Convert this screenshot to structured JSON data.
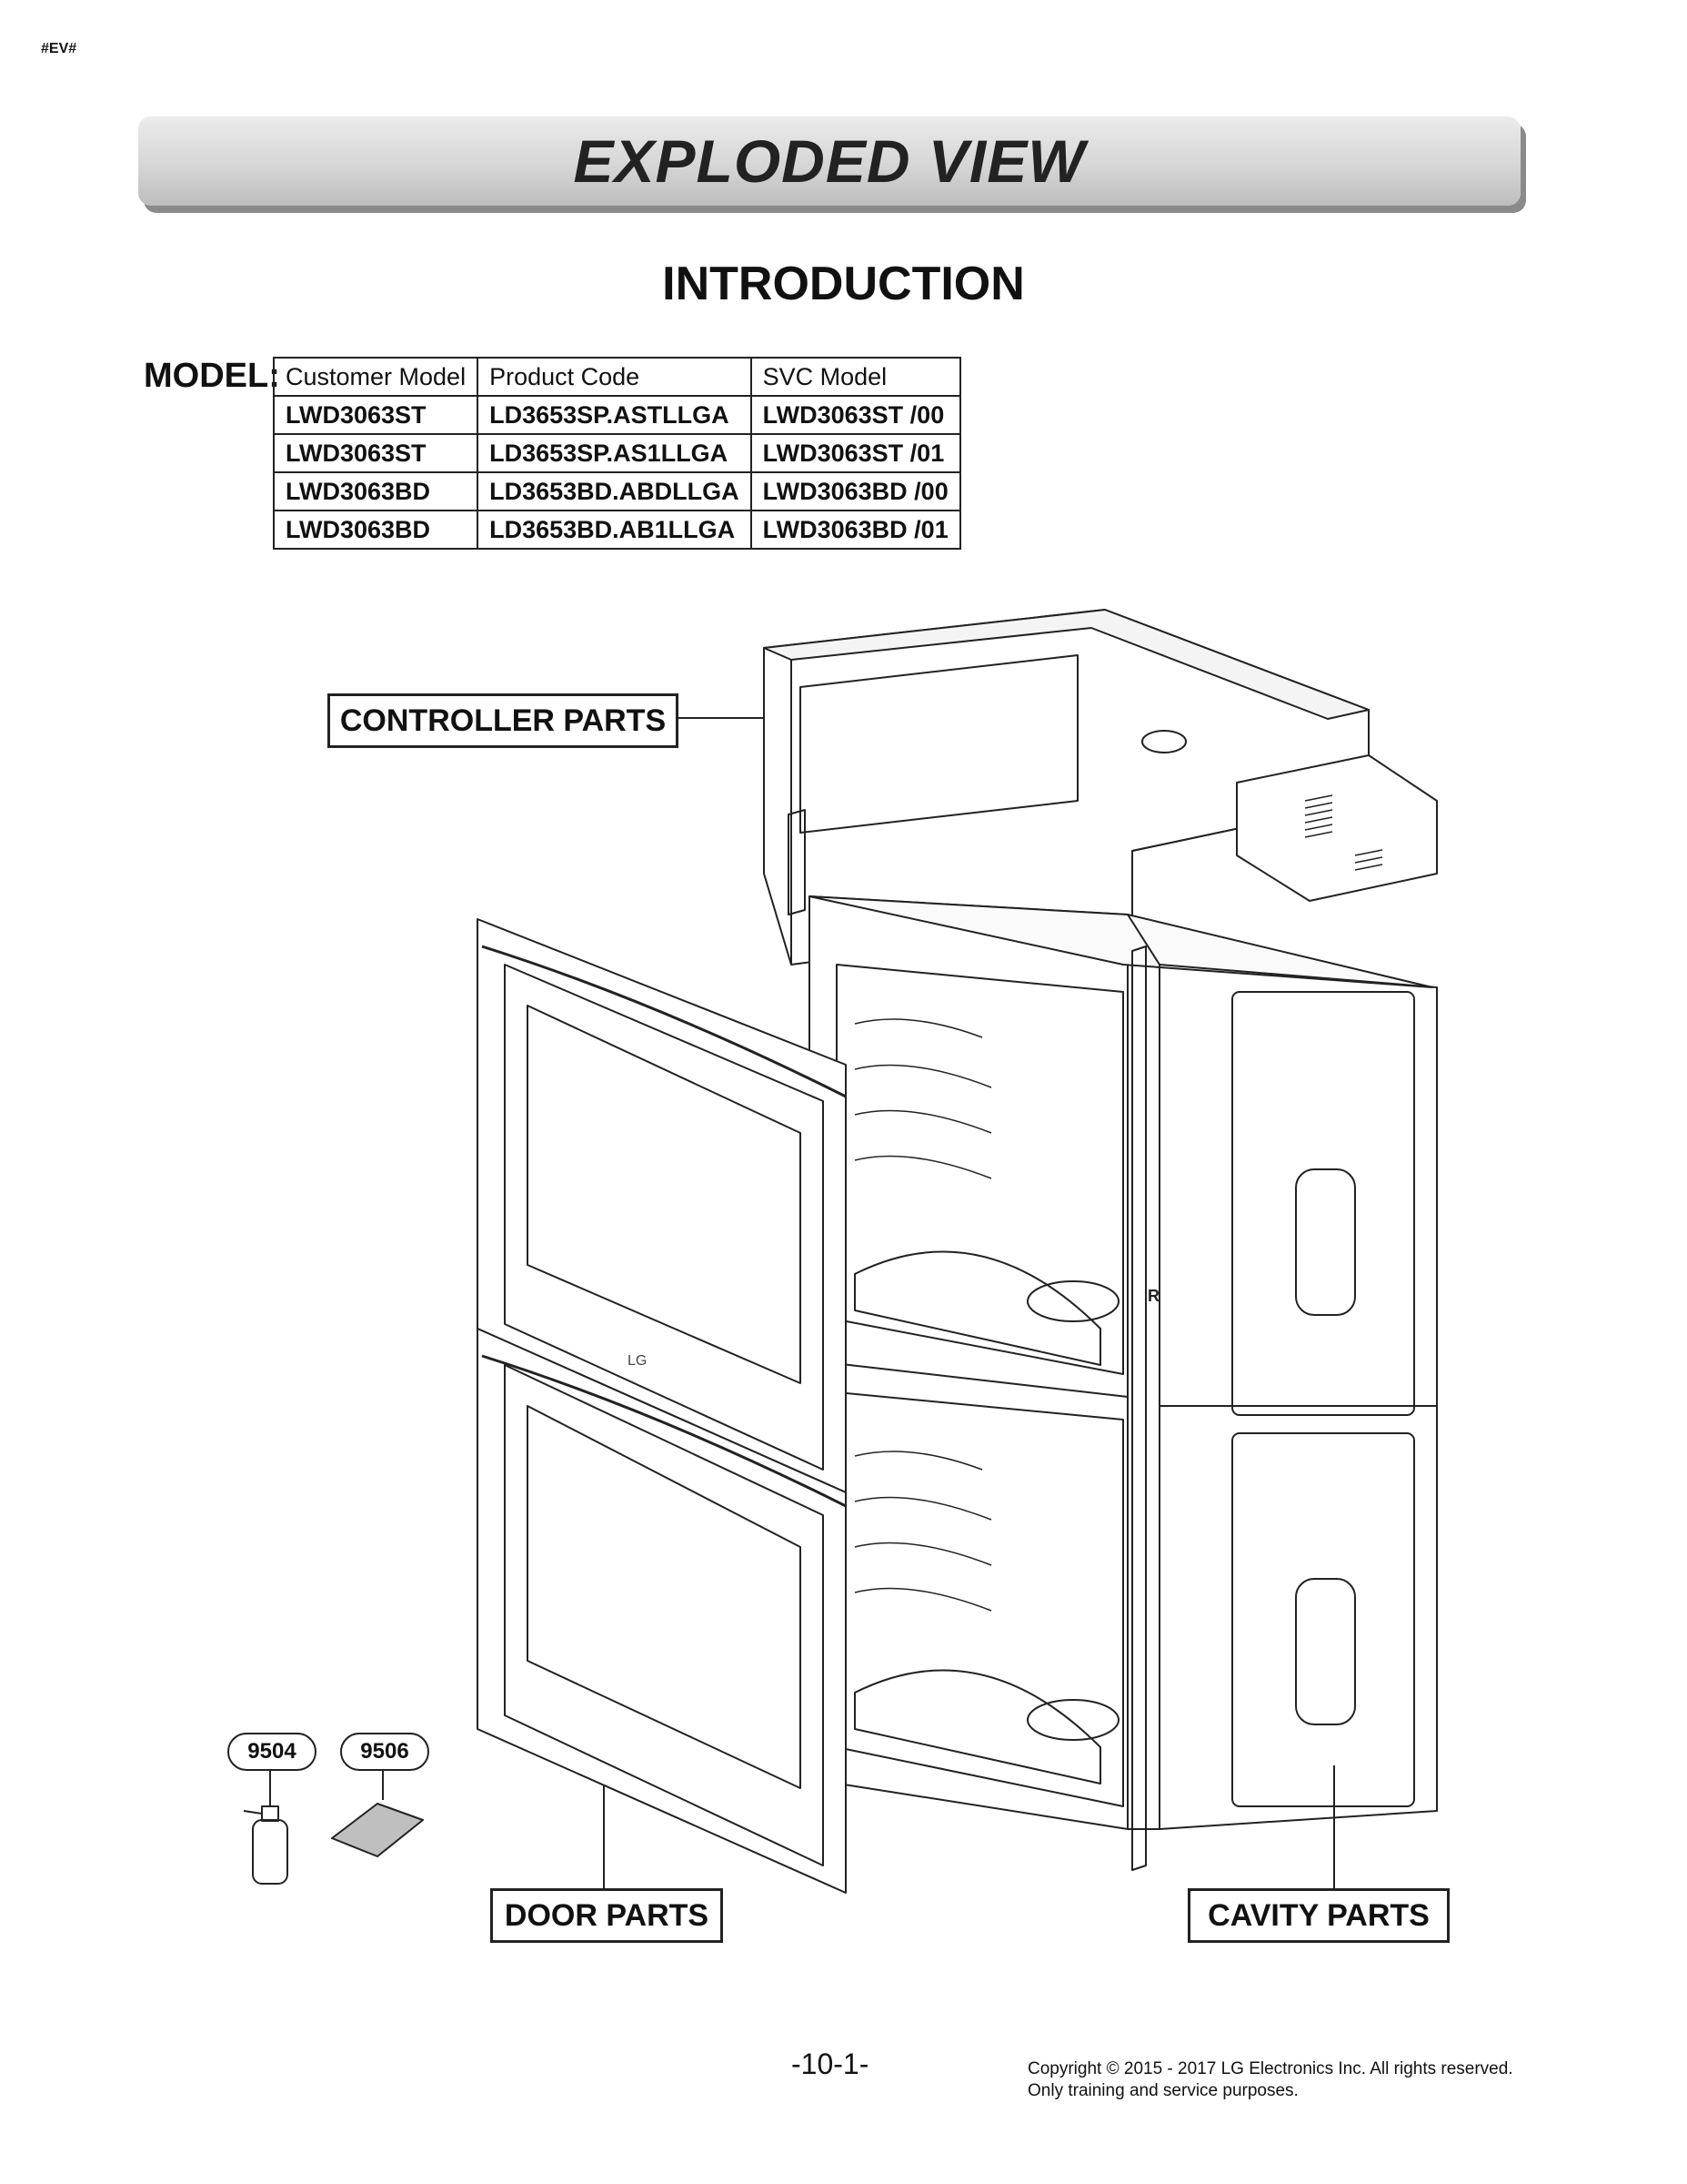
{
  "header": {
    "tag": "#EV#",
    "banner_title": "EXPLODED VIEW"
  },
  "section_title": "INTRODUCTION",
  "model": {
    "label": "MODEL:",
    "columns": [
      "Customer Model",
      "Product Code",
      "SVC Model"
    ],
    "rows": [
      [
        "LWD3063ST",
        "LD3653SP.ASTLLGA",
        "LWD3063ST /00"
      ],
      [
        "LWD3063ST",
        "LD3653SP.AS1LLGA",
        "LWD3063ST /01"
      ],
      [
        "LWD3063BD",
        "LD3653BD.ABDLLGA",
        "LWD3063BD /00"
      ],
      [
        "LWD3063BD",
        "LD3653BD.AB1LLGA",
        "LWD3063BD /01"
      ]
    ]
  },
  "diagram": {
    "controller_label": "CONTROLLER PARTS",
    "door_label": "DOOR PARTS",
    "cavity_label": "CAVITY PARTS",
    "part_9504": "9504",
    "part_9506": "9506",
    "door_logo": "LG",
    "cavity_mark": "R"
  },
  "footer": {
    "page_number": "-10-1-",
    "copyright_line1": "Copyright © 2015 - 2017 LG Electronics Inc. All rights reserved.",
    "copyright_line2": "Only training and service purposes."
  }
}
